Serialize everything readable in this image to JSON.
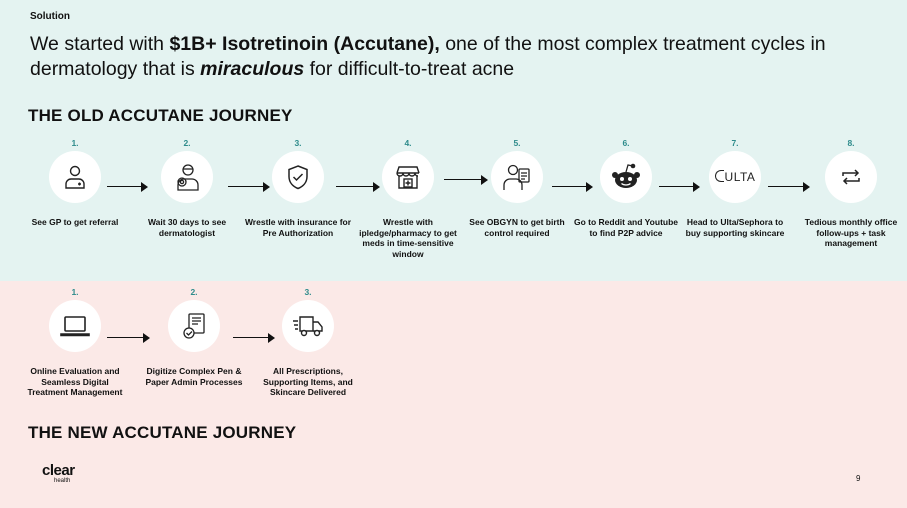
{
  "section_label": "Solution",
  "headline": {
    "prefix": "We started with ",
    "strong": "$1B+ Isotretinoin (Accutane),",
    "middle": " one of the most complex treatment cycles in dermatology that is ",
    "emphasis": "miraculous",
    "suffix": " for difficult-to-treat acne"
  },
  "old_journey": {
    "title": "THE OLD ACCUTANE JOURNEY",
    "steps": [
      {
        "number": "1.",
        "icon": "doctor-icon",
        "caption": "See GP to get referral"
      },
      {
        "number": "2.",
        "icon": "dermatologist-icon",
        "caption": "Wait 30 days to see dermatologist"
      },
      {
        "number": "3.",
        "icon": "shield-check-icon",
        "caption": "Wrestle with insurance for Pre Authorization"
      },
      {
        "number": "4.",
        "icon": "pharmacy-icon",
        "caption": "Wrestle with ipledge/pharmacy to get meds in time-sensitive window"
      },
      {
        "number": "5.",
        "icon": "obgyn-icon",
        "caption": "See OBGYN to get birth control required"
      },
      {
        "number": "6.",
        "icon": "reddit-icon",
        "caption": "Go to Reddit and Youtube to find P2P advice"
      },
      {
        "number": "7.",
        "icon": "ulta-logo-icon",
        "icon_text": "ULTA",
        "caption": "Head to Ulta/Sephora to buy supporting skincare"
      },
      {
        "number": "8.",
        "icon": "repeat-icon",
        "caption": "Tedious monthly office follow-ups + task management"
      }
    ]
  },
  "new_journey": {
    "title": "THE NEW ACCUTANE JOURNEY",
    "steps": [
      {
        "number": "1.",
        "icon": "laptop-icon",
        "caption": "Online Evaluation and Seamless Digital Treatment Management"
      },
      {
        "number": "2.",
        "icon": "digital-form-icon",
        "caption": "Digitize Complex Pen & Paper Admin Processes"
      },
      {
        "number": "3.",
        "icon": "delivery-truck-icon",
        "caption": "All Prescriptions, Supporting Items, and Skincare Delivered"
      }
    ]
  },
  "logo": {
    "line1": "clear",
    "line2": "health"
  },
  "page_number": "9"
}
